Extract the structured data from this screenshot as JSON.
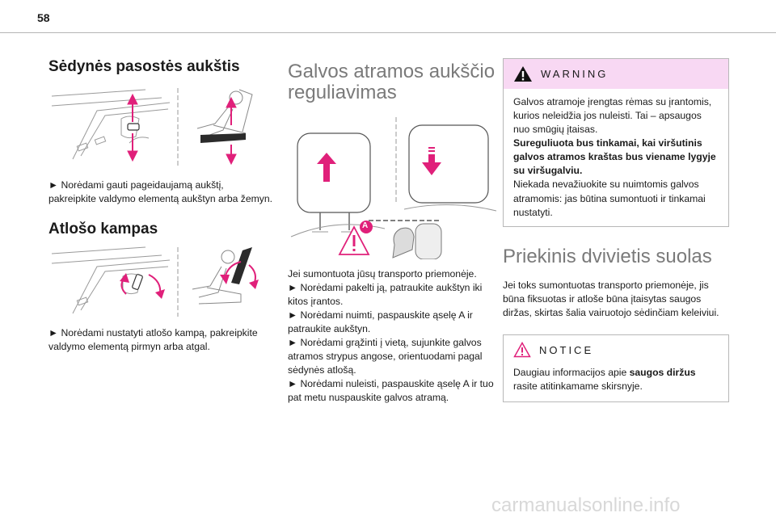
{
  "page": {
    "number": "58",
    "watermark": "carmanualsonline.info"
  },
  "col1": {
    "heading1": "Sėdynės pasostės aukštis",
    "para1": "► Norėdami gauti pageidaujamą aukštį, pakreipkite valdymo elementą aukštyn arba žemyn.",
    "heading2": "Atlošo kampas",
    "para2": "► Norėdami nustatyti atlošo kampą, pakreipkite valdymo elementą pirmyn arba atgal."
  },
  "col2": {
    "heading": "Galvos atramos aukščio reguliavimas",
    "label_a": "A",
    "lines": [
      "Jei sumontuota jūsų transporto priemonėje.",
      "► Norėdami pakelti ją, patraukite aukštyn iki kitos įrantos.",
      "► Norėdami nuimti, paspauskite ąselę A ir patraukite aukštyn.",
      "► Norėdami grąžinti į vietą, sujunkite galvos atramos strypus angose, orientuodami pagal sėdynės atlošą.",
      "► Norėdami nuleisti, paspauskite ąselę A ir tuo pat metu nuspauskite galvos atramą."
    ]
  },
  "col3": {
    "warning": {
      "title": "WARNING",
      "text1": "Galvos atramoje įrengtas rėmas su įrantomis, kurios neleidžia jos nuleisti. Tai – apsaugos nuo smūgių įtaisas.",
      "text2_bold": "Sureguliuota bus tinkamai, kai viršutinis galvos atramos kraštas bus viename lygyje su viršugalviu.",
      "text3": "Niekada nevažiuokite su nuimtomis galvos atramomis: jas būtina sumontuoti ir tinkamai nustatyti."
    },
    "heading": "Priekinis dvivietis suolas",
    "para": "Jei toks sumontuotas transporto priemonėje, jis būna fiksuotas ir atloše būna įtaisytas saugos diržas, skirtas šalia vairuotojo sėdinčiam keleiviui.",
    "notice": {
      "title": "NOTICE",
      "text_pre": "Daugiau informacijos apie ",
      "text_bold": "saugos diržus",
      "text_post": " rasite atitinkamame skirsnyje."
    }
  },
  "colors": {
    "accent": "#e0207a",
    "warning_bg": "#f8d8f3",
    "rule": "#b5b5b5"
  }
}
